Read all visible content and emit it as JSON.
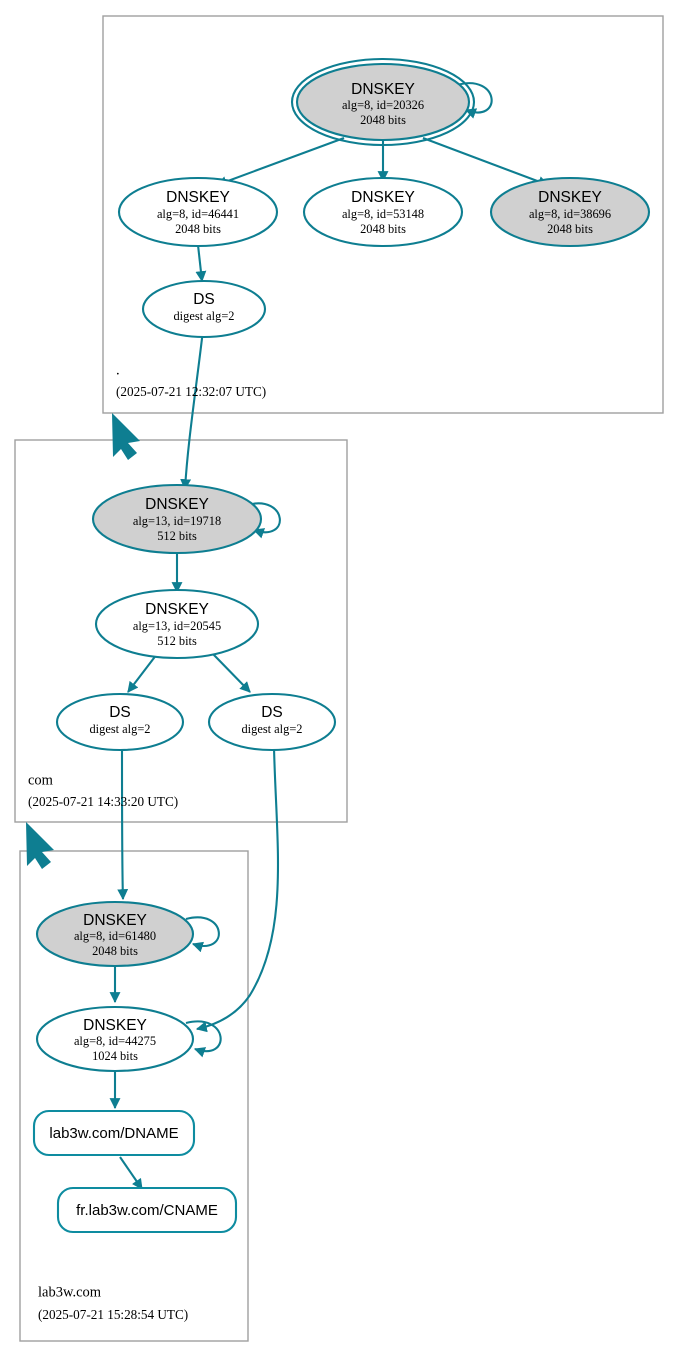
{
  "diagram": {
    "type": "dnssec-chain-of-trust",
    "colors": {
      "edge": "#0e7e91",
      "node_stroke": "#0e7e91",
      "secure_fill": "#d0d0d0",
      "plain_fill": "#ffffff",
      "zone_border": "#a0a0a0",
      "text": "#000000"
    }
  },
  "zones": [
    {
      "name": "root",
      "label": ".",
      "timestamp": "(2025-07-21 12:32:07 UTC)"
    },
    {
      "name": "com",
      "label": "com",
      "timestamp": "(2025-07-21 14:33:20 UTC)"
    },
    {
      "name": "lab3w",
      "label": "lab3w.com",
      "timestamp": "(2025-07-21 15:28:54 UTC)"
    }
  ],
  "nodes": {
    "root_ksk": {
      "title": "DNSKEY",
      "line2": "alg=8, id=20326",
      "line3": "2048 bits",
      "alg": 8,
      "id": 20326,
      "bits": 2048,
      "fill": "secure",
      "trust_anchor": true,
      "self_signed": true
    },
    "root_zsk_46441": {
      "title": "DNSKEY",
      "line2": "alg=8, id=46441",
      "line3": "2048 bits",
      "alg": 8,
      "id": 46441,
      "bits": 2048,
      "fill": "plain",
      "trust_anchor": false,
      "self_signed": false
    },
    "root_zsk_53148": {
      "title": "DNSKEY",
      "line2": "alg=8, id=53148",
      "line3": "2048 bits",
      "alg": 8,
      "id": 53148,
      "bits": 2048,
      "fill": "plain",
      "trust_anchor": false,
      "self_signed": false
    },
    "root_zsk_38696": {
      "title": "DNSKEY",
      "line2": "alg=8, id=38696",
      "line3": "2048 bits",
      "alg": 8,
      "id": 38696,
      "bits": 2048,
      "fill": "secure",
      "trust_anchor": false,
      "self_signed": false
    },
    "root_ds": {
      "title": "DS",
      "line2": "digest alg=2",
      "line3": "",
      "digest_alg": 2,
      "fill": "plain"
    },
    "com_ksk": {
      "title": "DNSKEY",
      "line2": "alg=13, id=19718",
      "line3": "512 bits",
      "alg": 13,
      "id": 19718,
      "bits": 512,
      "fill": "secure",
      "trust_anchor": false,
      "self_signed": true
    },
    "com_zsk": {
      "title": "DNSKEY",
      "line2": "alg=13, id=20545",
      "line3": "512 bits",
      "alg": 13,
      "id": 20545,
      "bits": 512,
      "fill": "plain",
      "trust_anchor": false,
      "self_signed": false
    },
    "com_ds_left": {
      "title": "DS",
      "line2": "digest alg=2",
      "line3": "",
      "digest_alg": 2,
      "fill": "plain"
    },
    "com_ds_right": {
      "title": "DS",
      "line2": "digest alg=2",
      "line3": "",
      "digest_alg": 2,
      "fill": "plain"
    },
    "lab3w_ksk": {
      "title": "DNSKEY",
      "line2": "alg=8, id=61480",
      "line3": "2048 bits",
      "alg": 8,
      "id": 61480,
      "bits": 2048,
      "fill": "secure",
      "trust_anchor": false,
      "self_signed": true
    },
    "lab3w_zsk": {
      "title": "DNSKEY",
      "line2": "alg=8, id=44275",
      "line3": "1024 bits",
      "alg": 8,
      "id": 44275,
      "bits": 1024,
      "fill": "plain",
      "trust_anchor": false,
      "self_signed": true
    },
    "dname_rrset": {
      "title": "lab3w.com/DNAME",
      "shape": "rounded-rect",
      "fill": "plain"
    },
    "cname_rrset": {
      "title": "fr.lab3w.com/CNAME",
      "shape": "rounded-rect",
      "fill": "plain"
    }
  }
}
